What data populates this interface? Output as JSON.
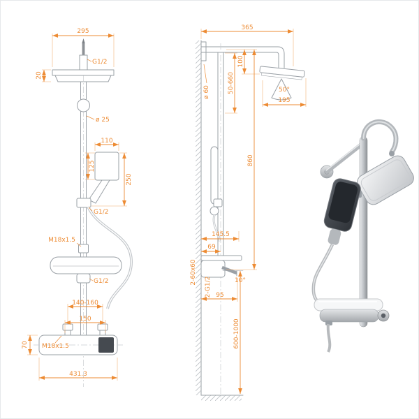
{
  "colors": {
    "dimension": "#ED8B33",
    "line": "#9AA0A6",
    "dark_fill": "#454A50"
  },
  "front_view": {
    "head_width": "295",
    "top_connector_thread": "G1/2",
    "head_thickness": "20",
    "pipe_diameter": "ø 25",
    "hand_shower_width": "110",
    "hand_shower_height": "125",
    "hand_shower_drop": "250",
    "hand_shower_thread": "G1/2",
    "riser_thread": "M18x1.5",
    "spout_thread": "G1/2",
    "inlet_adjust_range": "140-160",
    "inlet_spacing": "150",
    "inlet_thread": "M18x1.5",
    "body_height": "70",
    "body_width": "431.3"
  },
  "side_view": {
    "arm_reach": "365",
    "head_drop": "100",
    "head_height_range": "50-660",
    "spray_angle": "50°",
    "head_depth": "195",
    "flange_diameter": "ø 60",
    "riser_height": "860",
    "hand_shower_reach": "145.5",
    "pipe_offset": "69",
    "mounting_holes": "2-60x60",
    "inlet_threads": "2-G1/2",
    "spout_angle": "10°",
    "spout_reach": "95",
    "install_height_range": "600-1000"
  }
}
